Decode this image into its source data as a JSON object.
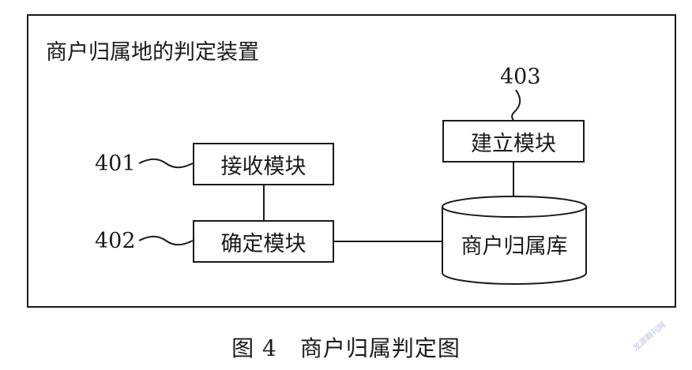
{
  "diagram": {
    "title": "商户归属地的判定装置",
    "modules": {
      "receive": "接收模块",
      "confirm": "确定模块",
      "build": "建立模块"
    },
    "database": "商户归属库",
    "refs": {
      "receive": "401",
      "confirm": "402",
      "build": "403"
    }
  },
  "caption": "图 4　商户归属判定图",
  "watermark": "龙源期刊网"
}
